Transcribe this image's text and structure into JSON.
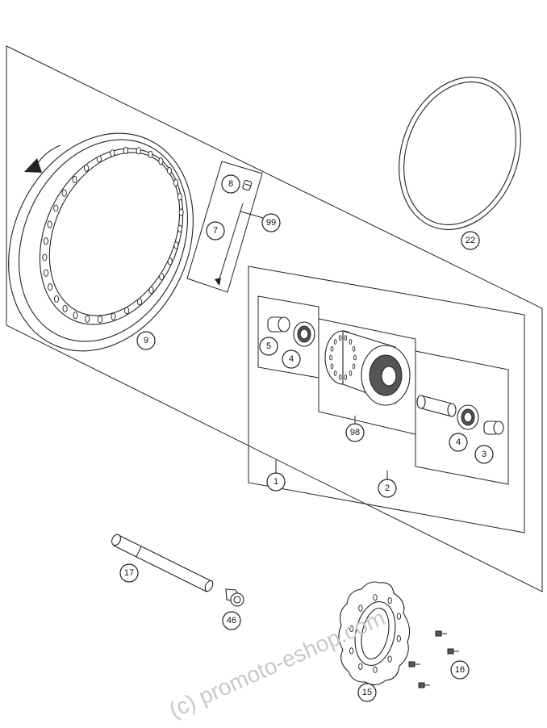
{
  "callouts": {
    "c1": "1",
    "c2": "2",
    "c3": "3",
    "c4a": "4",
    "c4b": "4",
    "c5": "5",
    "c7": "7",
    "c8": "8",
    "c9": "9",
    "c15": "15",
    "c16": "16",
    "c17": "17",
    "c22": "22",
    "c46": "46",
    "c98": "98",
    "c99": "99"
  },
  "watermark": "(c) promoto-eshop.com",
  "colors": {
    "line": "#222222",
    "watermark": "#c8c8c8",
    "background": "#ffffff"
  }
}
